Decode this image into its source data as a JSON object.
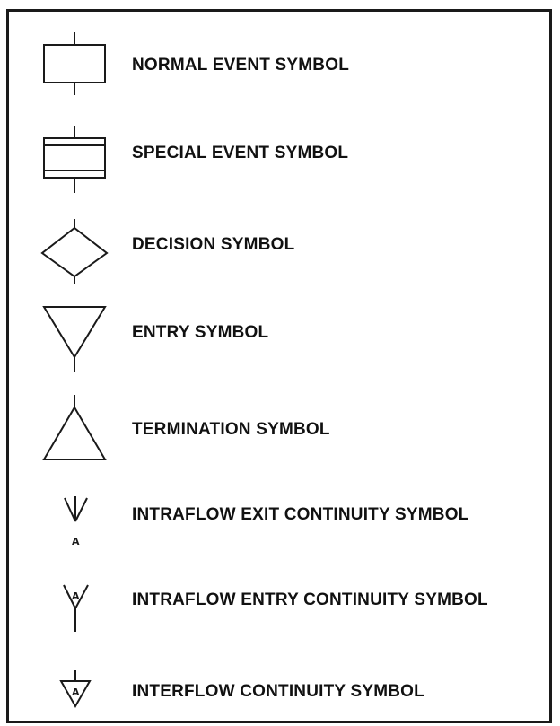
{
  "legend": {
    "items": [
      {
        "label": "NORMAL EVENT SYMBOL",
        "icon": "normal-event-symbol-icon"
      },
      {
        "label": "SPECIAL EVENT SYMBOL",
        "icon": "special-event-symbol-icon"
      },
      {
        "label": "DECISION SYMBOL",
        "icon": "decision-symbol-icon"
      },
      {
        "label": "ENTRY SYMBOL",
        "icon": "entry-symbol-icon"
      },
      {
        "label": "TERMINATION SYMBOL",
        "icon": "termination-symbol-icon"
      },
      {
        "label": "INTRAFLOW EXIT CONTINUITY SYMBOL",
        "icon": "intraflow-exit-continuity-icon",
        "symbol_letter": "A"
      },
      {
        "label": "INTRAFLOW ENTRY CONTINUITY SYMBOL",
        "icon": "intraflow-entry-continuity-icon",
        "symbol_letter": "A"
      },
      {
        "label": "INTERFLOW CONTINUITY SYMBOL",
        "icon": "interflow-continuity-icon",
        "symbol_letter": "A"
      }
    ]
  }
}
